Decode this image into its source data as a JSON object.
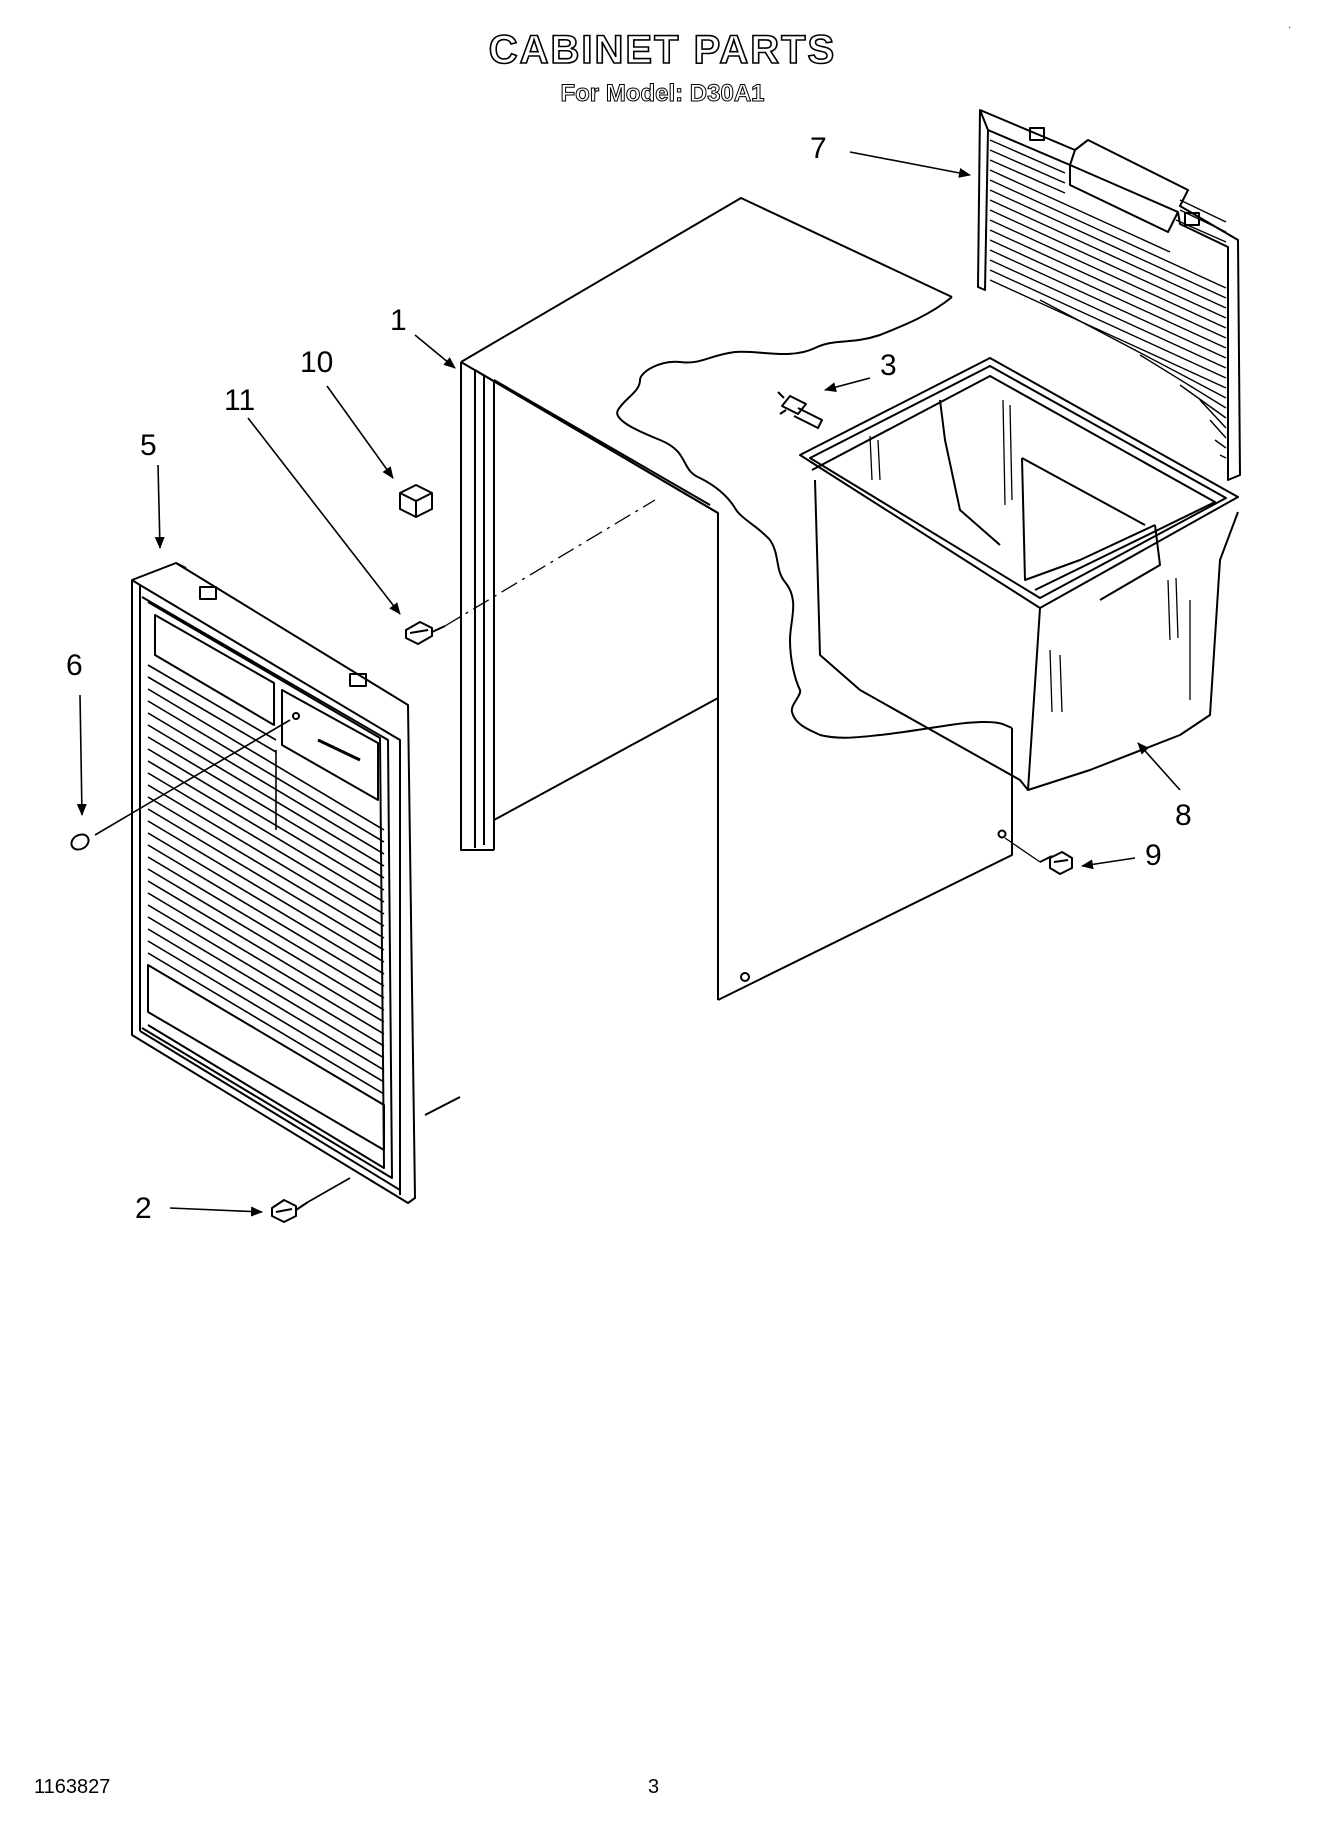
{
  "header": {
    "title": "CABINET PARTS",
    "subtitle": "For Model: D30A1"
  },
  "callouts": {
    "c1": "1",
    "c2": "2",
    "c3": "3",
    "c4": "5",
    "c5": "6",
    "c6": "7",
    "c7": "8",
    "c8": "9",
    "c9": "10",
    "c10": "11"
  },
  "footer": {
    "code": "1163827",
    "page": "3"
  },
  "colors": {
    "ink": "#000000",
    "paper": "#ffffff"
  }
}
